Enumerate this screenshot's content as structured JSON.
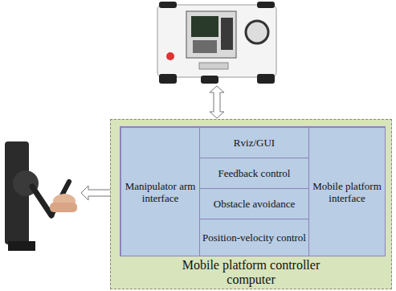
{
  "diagram": {
    "nodes": [
      {
        "text": [
          "Mobile platform controller computer"
        ]
      },
      {
        "text": [
          "Manipulator arm interface"
        ],
        "in": 0
      },
      {
        "text": [
          "Rviz/GUI"
        ],
        "in": 0
      },
      {
        "text": [
          "Feedback control"
        ],
        "in": 0
      },
      {
        "text": [
          "Obstacle avoidance"
        ],
        "in": 0
      },
      {
        "text": [
          "Position-velocity control"
        ],
        "in": 0
      },
      {
        "text": [
          "Mobile platform interface"
        ],
        "in": 0
      }
    ]
  }
}
